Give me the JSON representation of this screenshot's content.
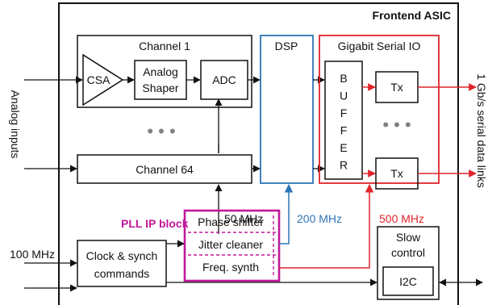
{
  "asic_title": "Frontend ASIC",
  "channel1": {
    "title": "Channel 1",
    "csa": "CSA",
    "shaper_line1": "Analog",
    "shaper_line2": "Shaper",
    "adc": "ADC"
  },
  "channel64": {
    "label": "Channel 64"
  },
  "dsp": {
    "label": "DSP"
  },
  "gbio": {
    "title": "Gigabit Serial IO",
    "buffer_letters": [
      "B",
      "U",
      "F",
      "F",
      "E",
      "R"
    ],
    "tx_label": "Tx"
  },
  "pll": {
    "title": "PLL IP block",
    "items": [
      "Phase shifter",
      "Jitter cleaner",
      "Freq. synth"
    ]
  },
  "clock": {
    "line1": "Clock & synch",
    "line2": "commands"
  },
  "slow_control": {
    "line1": "Slow",
    "line2": "control"
  },
  "i2c": {
    "label": "I2C"
  },
  "labels": {
    "analog_inputs": "Analog inputs",
    "serial_links": "1 Gb/s serial data links",
    "in_100": "100 MHz",
    "clk_50": "50 MHz",
    "clk_200": "200 MHz",
    "clk_500": "500 MHz",
    "dots": "• • •"
  },
  "colors": {
    "pll": "#c0189a",
    "dsp": "#2e75b6",
    "gbio": "#e0242b",
    "line": "#111111"
  }
}
